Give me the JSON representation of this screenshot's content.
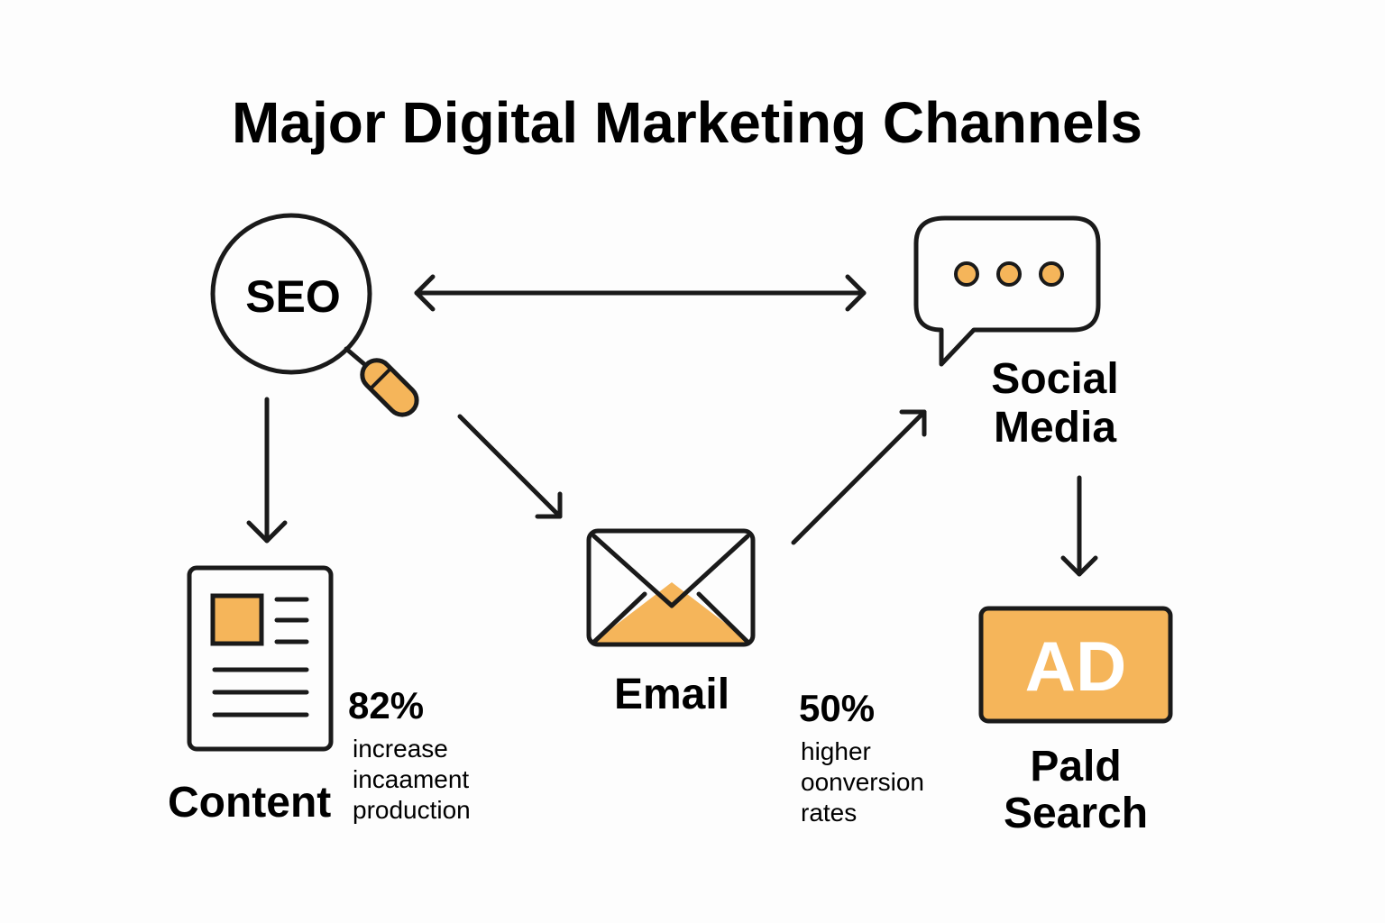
{
  "title": "Major Digital Marketing Channels",
  "accent_color": "#f5b55a",
  "line_color": "#1a1a1a",
  "nodes": {
    "seo": {
      "label": "SEO",
      "icon": "magnifying-glass-icon"
    },
    "social_media": {
      "label_line1": "Social",
      "label_line2": "Media",
      "icon": "speech-bubble-icon"
    },
    "content": {
      "label": "Content",
      "icon": "document-icon"
    },
    "email": {
      "label": "Email",
      "icon": "envelope-icon"
    },
    "paid_search": {
      "label_line1": "Pald",
      "label_line2": "Search",
      "icon_text": "AD",
      "icon": "ad-icon"
    }
  },
  "stats": {
    "content": {
      "value": "82%",
      "line1": "increase",
      "line2": "incaament",
      "line3": "production"
    },
    "email": {
      "value": "50%",
      "line1": "higher",
      "line2": "oonversion",
      "line3": "rates"
    }
  },
  "connections": [
    {
      "from": "seo",
      "to": "social_media",
      "type": "bidirectional"
    },
    {
      "from": "seo",
      "to": "content",
      "type": "directed"
    },
    {
      "from": "seo",
      "to": "email",
      "type": "directed"
    },
    {
      "from": "email",
      "to": "social_media",
      "type": "directed"
    },
    {
      "from": "social_media",
      "to": "paid_search",
      "type": "directed"
    }
  ]
}
